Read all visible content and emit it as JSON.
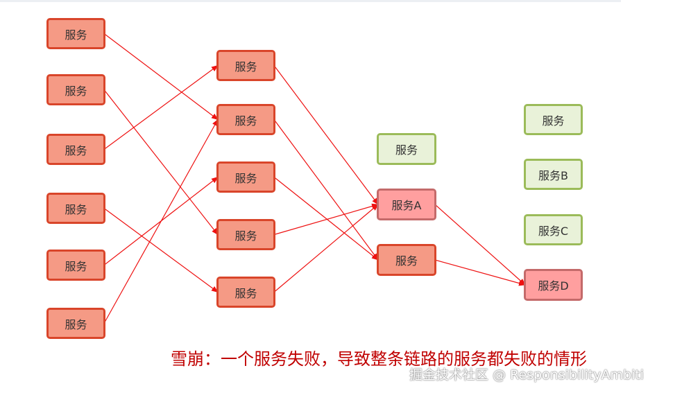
{
  "nodes": [
    {
      "id": "c1r1",
      "label": "服务",
      "state": "failed"
    },
    {
      "id": "c1r2",
      "label": "服务",
      "state": "failed"
    },
    {
      "id": "c1r3",
      "label": "服务",
      "state": "failed"
    },
    {
      "id": "c1r4",
      "label": "服务",
      "state": "failed"
    },
    {
      "id": "c1r5",
      "label": "服务",
      "state": "failed"
    },
    {
      "id": "c1r6",
      "label": "服务",
      "state": "failed"
    },
    {
      "id": "c2r1",
      "label": "服务",
      "state": "failed"
    },
    {
      "id": "c2r2",
      "label": "服务",
      "state": "failed"
    },
    {
      "id": "c2r3",
      "label": "服务",
      "state": "failed"
    },
    {
      "id": "c2r4",
      "label": "服务",
      "state": "failed"
    },
    {
      "id": "c2r5",
      "label": "服务",
      "state": "failed"
    },
    {
      "id": "c3top",
      "label": "服务",
      "state": "healthy"
    },
    {
      "id": "c3a",
      "label": "服务A",
      "state": "failed-b"
    },
    {
      "id": "c3b",
      "label": "服务",
      "state": "failed"
    },
    {
      "id": "c4r1",
      "label": "服务",
      "state": "healthy"
    },
    {
      "id": "c4b",
      "label": "服务B",
      "state": "healthy"
    },
    {
      "id": "c4c",
      "label": "服务C",
      "state": "healthy"
    },
    {
      "id": "c4d",
      "label": "服务D",
      "state": "failed-b"
    }
  ],
  "edges": [
    [
      "c1r1",
      "c2r2"
    ],
    [
      "c1r2",
      "c2r4"
    ],
    [
      "c1r3",
      "c2r1"
    ],
    [
      "c1r4",
      "c2r5"
    ],
    [
      "c1r5",
      "c2r3"
    ],
    [
      "c1r6",
      "c2r2"
    ],
    [
      "c2r1",
      "c3a"
    ],
    [
      "c2r2",
      "c3b"
    ],
    [
      "c2r3",
      "c3b"
    ],
    [
      "c2r4",
      "c3a"
    ],
    [
      "c2r5",
      "c3a"
    ],
    [
      "c3a",
      "c4d"
    ],
    [
      "c3b",
      "c4d"
    ]
  ],
  "colors": {
    "failed_fill": "#f59a85",
    "failed_border": "#d9452a",
    "healthy_fill": "#e9f2d9",
    "healthy_border": "#9bbb59",
    "arrow": "#ee1111",
    "caption": "#c00000"
  },
  "caption": "雪崩：一个服务失败，导致整条链路的服务都失败的情形",
  "watermark": "掘金技术社区 @ ResponsibilityAmbiti"
}
